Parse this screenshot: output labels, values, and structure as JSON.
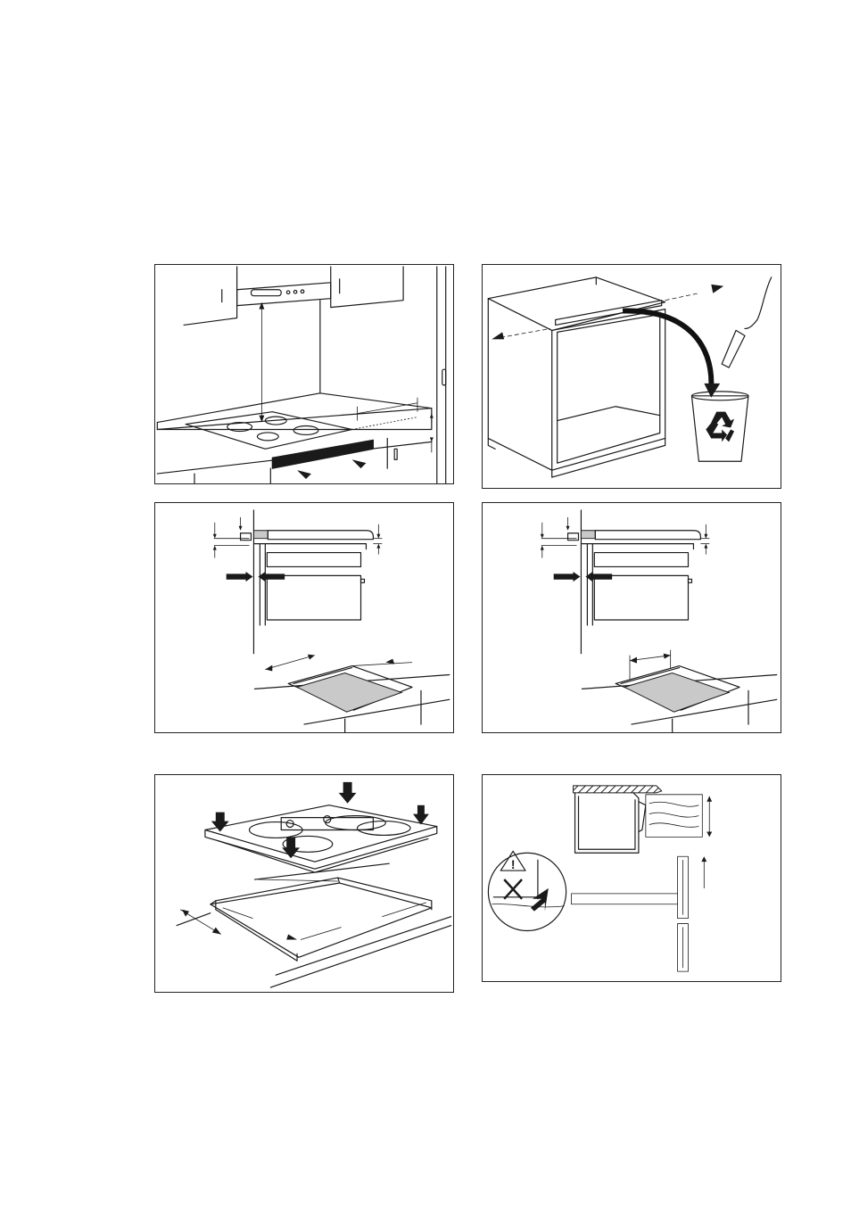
{
  "figures": [
    {
      "id": "p1",
      "icon": "cooker-hood-clearance-figure"
    },
    {
      "id": "p2",
      "icon": "remove-cabinet-rail-figure"
    },
    {
      "id": "p3",
      "icon": "cutout-dimensions-figure-a"
    },
    {
      "id": "p4",
      "icon": "cutout-dimensions-figure-b"
    },
    {
      "id": "p5",
      "icon": "hob-install-seal-figure"
    },
    {
      "id": "p6",
      "icon": "worktop-edge-warning-figure"
    }
  ],
  "warning_symbol": "!",
  "colors": {
    "line": "#1a1a1a",
    "fill_grey": "#c9c9c9",
    "background": "#ffffff"
  }
}
